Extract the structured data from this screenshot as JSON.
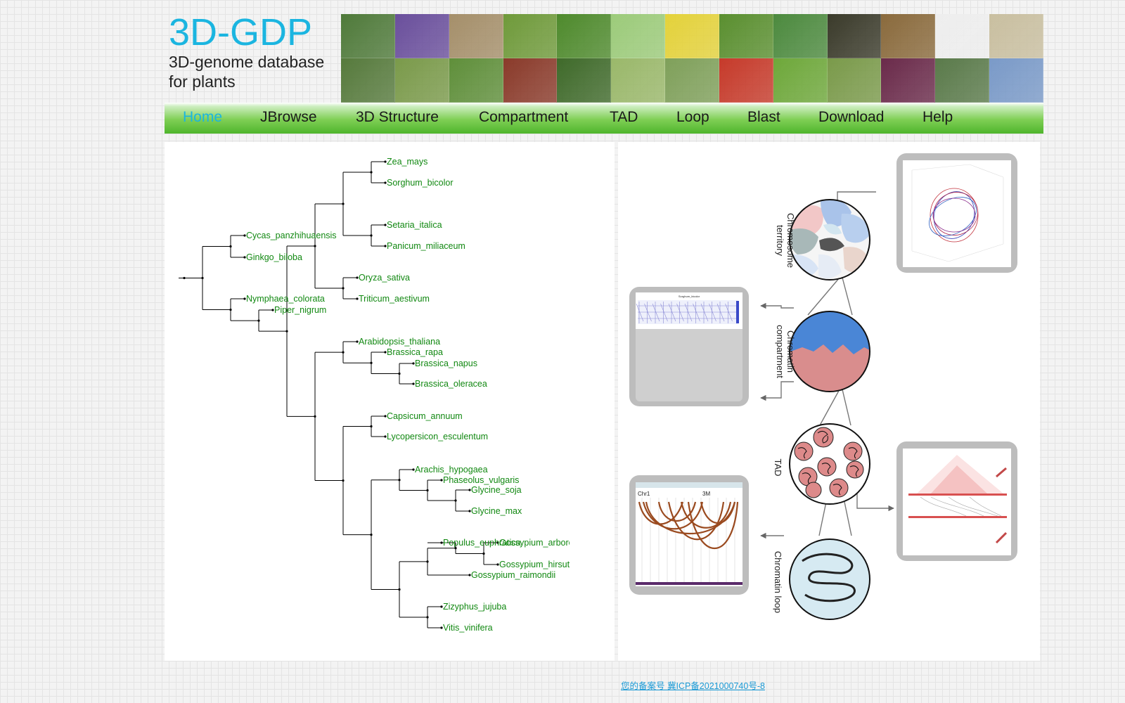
{
  "site": {
    "title": "3D-GDP",
    "subtitle": "3D-genome database for plants"
  },
  "banner": {
    "tiles": [
      "#4f7a3a",
      "#6a4f9c",
      "#a58f6a",
      "#6f9a3a",
      "#4e8a2c",
      "#9ccb7a",
      "#e4d23a",
      "#5a8f2f",
      "#4c8a3e",
      "#3a3a2a",
      "#8a6a3c",
      "#eeeeee",
      "#c9bfa0",
      "#567a3c",
      "#7a9a4a",
      "#5f8f3a",
      "#8a3a2a",
      "#3f6a2a",
      "#9ab86a",
      "#7fa05a",
      "#c63a2a",
      "#6ea83a",
      "#7a9a4a",
      "#6a2a4a",
      "#5a7a4a",
      "#7a9ac8"
    ]
  },
  "nav": {
    "items": [
      {
        "label": "Home",
        "active": true
      },
      {
        "label": "JBrowse",
        "active": false
      },
      {
        "label": "3D Structure",
        "active": false
      },
      {
        "label": "Compartment",
        "active": false
      },
      {
        "label": "TAD",
        "active": false
      },
      {
        "label": "Loop",
        "active": false
      },
      {
        "label": "Blast",
        "active": false
      },
      {
        "label": "Download",
        "active": false
      },
      {
        "label": "Help",
        "active": false
      }
    ]
  },
  "tree": {
    "species": [
      "Zea_mays",
      "Sorghum_bicolor",
      "Setaria_italica",
      "Panicum_miliaceum",
      "Cycas_panzhihuaensis",
      "Ginkgo_biloba",
      "Oryza_sativa",
      "Triticum_aestivum",
      "Nymphaea_colorata",
      "Piper_nigrum",
      "Arabidopsis_thaliana",
      "Brassica_rapa",
      "Brassica_napus",
      "Brassica_oleracea",
      "Capsicum_annuum",
      "Lycopersicon_esculentum",
      "Arachis_hypogaea",
      "Phaseolus_vulgaris",
      "Glycine_soja",
      "Glycine_max",
      "Populus_euphratica",
      "Gossypium_arboreum",
      "Gossypium_hirsutum",
      "Gossypium_raimondii",
      "Zizyphus_jujuba",
      "Vitis_vinifera"
    ]
  },
  "diagram": {
    "levels": [
      "Chromosome territory",
      "Chromatin compartment",
      "TAD",
      "Chromatin loop"
    ],
    "heatmap_title": "Sorghum_bicolor",
    "loop_chr_label": "Chr1",
    "loop_pos_label": "3M"
  },
  "footer": {
    "icp_text": "您的备案号 冀ICP备2021000740号-8"
  }
}
